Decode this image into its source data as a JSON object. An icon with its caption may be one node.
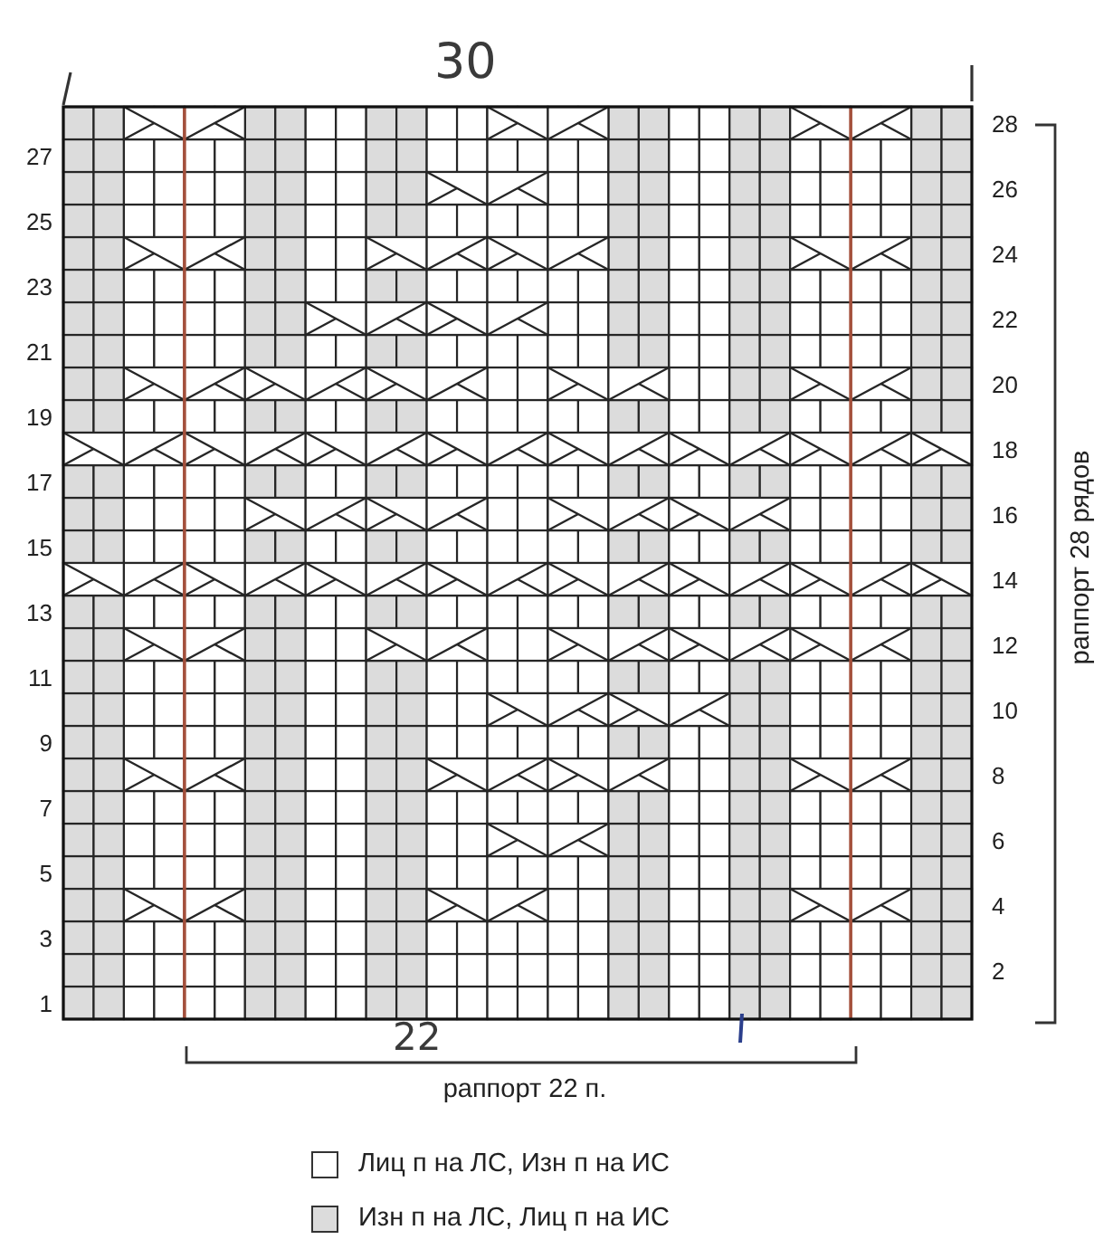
{
  "diagram": {
    "labels": [
      "30",
      "28",
      "27",
      "26",
      "25",
      "24",
      "23",
      "22",
      "21",
      "20",
      "19",
      "18",
      "17",
      "16",
      "15",
      "14",
      "13",
      "12",
      "11",
      "10",
      "9",
      "8",
      "7",
      "6",
      "5",
      "4",
      "3",
      "2",
      "1",
      "раппорт 28 рядов",
      "22",
      "раппорт 22 п."
    ],
    "legend": [
      {
        "text": "Лиц п на ЛС, Изн п на ИС",
        "color": "#ffffff"
      },
      {
        "text": "Изн п на ЛС, Лиц п на ИС",
        "color": "#dcdcdc"
      }
    ]
  }
}
